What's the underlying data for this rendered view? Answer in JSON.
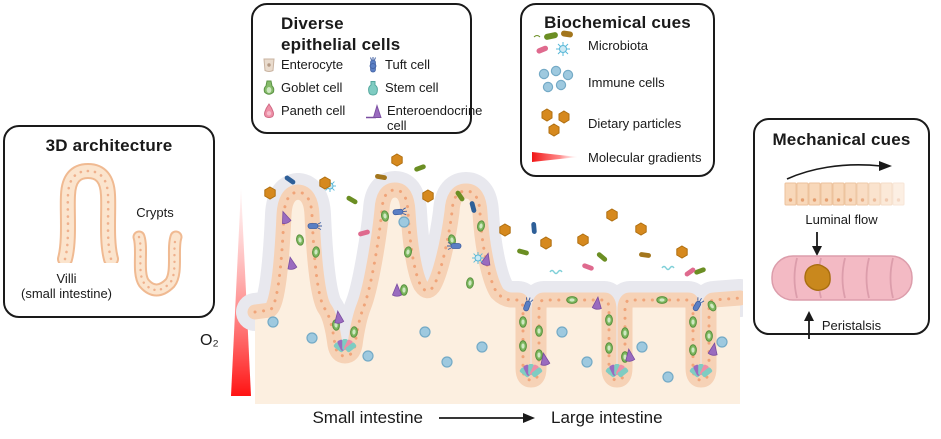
{
  "architecture": {
    "title": "3D architecture",
    "crypts_label": "Crypts",
    "villi_label_line1": "Villi",
    "villi_label_line2": "(small intestine)"
  },
  "cell_legend": {
    "title_line1": "Diverse",
    "title_line2": "epithelial cells",
    "items": [
      {
        "label": "Enterocyte",
        "color": "#e9dbcd"
      },
      {
        "label": "Goblet cell",
        "color": "#86bb6a"
      },
      {
        "label": "Paneth cell",
        "color": "#ee8fa6"
      },
      {
        "label": "Tuft cell",
        "color": "#5b7fc4"
      },
      {
        "label": "Stem cell",
        "color": "#7fccc2"
      },
      {
        "label": "Enteroendocrine cell",
        "color": "#9a6bbf"
      }
    ]
  },
  "biochemical": {
    "title": "Biochemical cues",
    "items": [
      {
        "label": "Microbiota"
      },
      {
        "label": "Immune cells",
        "color": "#9ec9df"
      },
      {
        "label": "Dietary particles",
        "color": "#d6891e"
      },
      {
        "label": "Molecular gradients",
        "color": "#f01515"
      }
    ]
  },
  "mechanical": {
    "title": "Mechanical cues",
    "luminal_flow_label": "Luminal flow",
    "peristalsis_label": "Peristalsis"
  },
  "gradient_axis": {
    "o2_label": "O₂"
  },
  "bottom_axis": {
    "left_label": "Small intestine",
    "right_label": "Large intestine"
  },
  "colors": {
    "epithelium": "#f6d2b6",
    "epithelium_dots": "#ef9e72",
    "mucus": "#e8e8ee",
    "lamina_propria": "#fcefe0",
    "oxygen_gradient_red": "#ff1a1a",
    "immune_cell": "#9ec9df",
    "dietary_particle": "#d6891e"
  }
}
